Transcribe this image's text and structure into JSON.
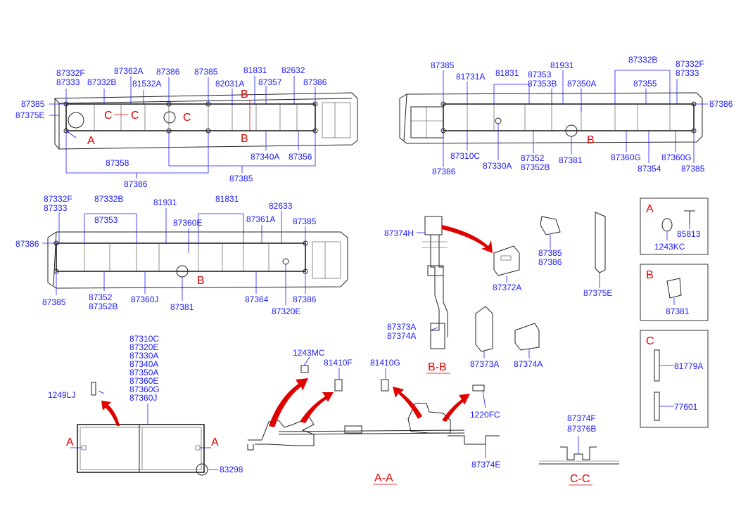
{
  "labels": {
    "p1_87332F": "87332F",
    "p1_87333": "87333",
    "p1_87332B": "87332B",
    "p1_87362A": "87362A",
    "p1_81532A": "81532A",
    "p1_87386a": "87386",
    "p1_87385a": "87385",
    "p1_82031A": "82031A",
    "p1_81831": "81831",
    "p1_87357": "87357",
    "p1_82632": "82632",
    "p1_87386b": "87386",
    "p1_87385b": "87385",
    "p1_87375E": "87375E",
    "p1_87340A": "87340A",
    "p1_87356": "87356",
    "p1_87358": "87358",
    "p1_87386c": "87386",
    "p1_87385c": "87385",
    "p2_87385a": "87385",
    "p2_81731A": "81731A",
    "p2_81831": "81831",
    "p2_87353": "87353",
    "p2_87353B": "87353B",
    "p2_81931": "81931",
    "p2_87350A": "87350A",
    "p2_87332B": "87332B",
    "p2_87355": "87355",
    "p2_87332F": "87332F",
    "p2_87333": "87333",
    "p2_87386a": "87386",
    "p2_87310C": "87310C",
    "p2_87330A": "87330A",
    "p2_87352": "87352",
    "p2_87352B": "87352B",
    "p2_87381": "87381",
    "p2_87360Ga": "87360G",
    "p2_87354": "87354",
    "p2_87360Gb": "87360G",
    "p2_87385b": "87385",
    "p2_87386b": "87386",
    "p3_87332F": "87332F",
    "p3_87333": "87333",
    "p3_87332B": "87332B",
    "p3_87353": "87353",
    "p3_81931": "81931",
    "p3_81831": "81831",
    "p3_82633": "82633",
    "p3_87360E": "87360E",
    "p3_87361A": "87361A",
    "p3_87385a": "87385",
    "p3_87386a": "87386",
    "p3_87385b": "87385",
    "p3_87352": "87352",
    "p3_87352B": "87352B",
    "p3_87360J": "87360J",
    "p3_87381": "87381",
    "p3_87364": "87364",
    "p3_87386b": "87386",
    "p3_87320E": "87320E",
    "bb_87374H": "87374H",
    "bb_87372A": "87372A",
    "bb_87385": "87385",
    "bb_87386": "87386",
    "bb_87375E": "87375E",
    "bb_87373A": "87373A",
    "bb_87374A": "87374A",
    "bb_87373A_b": "87373A",
    "bb_87374A_b": "87374A",
    "glass_list": [
      "87310C",
      "87320E",
      "87330A",
      "87340A",
      "87350A",
      "87360E",
      "87360G",
      "87360J"
    ],
    "gl_1249LJ": "1249LJ",
    "gl_83298": "83298",
    "aa_1243MC": "1243MC",
    "aa_81410F": "81410F",
    "aa_81410G": "81410G",
    "aa_1220FC": "1220FC",
    "aa_87374E": "87374E",
    "cc_87374F": "87374F",
    "cc_87376B": "87376B",
    "boxA_85813": "85813",
    "boxA_1243KC": "1243KC",
    "boxB_87381": "87381",
    "boxC_81779A": "81779A",
    "boxC_77601": "77601"
  },
  "sections": {
    "A": "A",
    "B": "B",
    "C": "C",
    "AA": "A-A",
    "BB": "B-B",
    "CC": "C-C"
  },
  "colors": {
    "label": "#1a1aff",
    "section": "#e00000",
    "line": "#222222"
  }
}
